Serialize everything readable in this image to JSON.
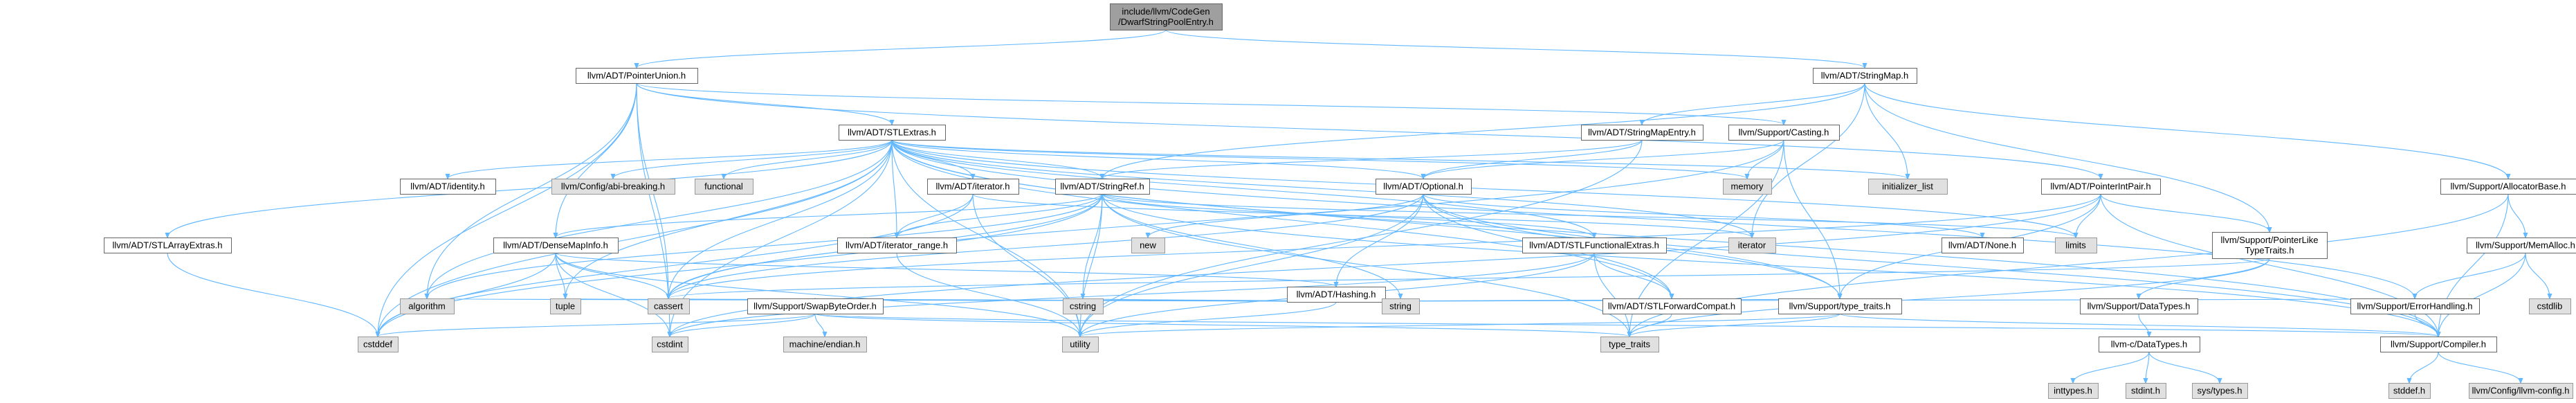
{
  "nodes": [
    {
      "id": "root",
      "label": "include/llvm/CodeGen\n/DwarfStringPoolEntry.h",
      "kind": "root"
    },
    {
      "id": "pointerunion",
      "label": "llvm/ADT/PointerUnion.h",
      "kind": "doc"
    },
    {
      "id": "stringmap",
      "label": "llvm/ADT/StringMap.h",
      "kind": "doc"
    },
    {
      "id": "stlextras",
      "label": "llvm/ADT/STLExtras.h",
      "kind": "doc"
    },
    {
      "id": "stringmapentry",
      "label": "llvm/ADT/StringMapEntry.h",
      "kind": "doc"
    },
    {
      "id": "casting",
      "label": "llvm/Support/Casting.h",
      "kind": "doc"
    },
    {
      "id": "identity",
      "label": "llvm/ADT/identity.h",
      "kind": "doc"
    },
    {
      "id": "abibreaking",
      "label": "llvm/Config/abi-breaking.h",
      "kind": "sys"
    },
    {
      "id": "functional",
      "label": "functional",
      "kind": "sys"
    },
    {
      "id": "iterator_h",
      "label": "llvm/ADT/iterator.h",
      "kind": "doc"
    },
    {
      "id": "stringref",
      "label": "llvm/ADT/StringRef.h",
      "kind": "doc"
    },
    {
      "id": "optional",
      "label": "llvm/ADT/Optional.h",
      "kind": "doc"
    },
    {
      "id": "memory",
      "label": "memory",
      "kind": "sys"
    },
    {
      "id": "initlist",
      "label": "initializer_list",
      "kind": "sys"
    },
    {
      "id": "pointerintpair",
      "label": "llvm/ADT/PointerIntPair.h",
      "kind": "doc"
    },
    {
      "id": "allocatorbase",
      "label": "llvm/Support/AllocatorBase.h",
      "kind": "doc"
    },
    {
      "id": "stlarrayextras",
      "label": "llvm/ADT/STLArrayExtras.h",
      "kind": "doc"
    },
    {
      "id": "densemapinfo",
      "label": "llvm/ADT/DenseMapInfo.h",
      "kind": "doc"
    },
    {
      "id": "iterator_range",
      "label": "llvm/ADT/iterator_range.h",
      "kind": "doc"
    },
    {
      "id": "new",
      "label": "new",
      "kind": "sys"
    },
    {
      "id": "stlfunctionalextras",
      "label": "llvm/ADT/STLFunctionalExtras.h",
      "kind": "doc"
    },
    {
      "id": "iterator_sys",
      "label": "iterator",
      "kind": "sys"
    },
    {
      "id": "none",
      "label": "llvm/ADT/None.h",
      "kind": "doc"
    },
    {
      "id": "limits",
      "label": "limits",
      "kind": "sys"
    },
    {
      "id": "pointerliketypetraits",
      "label": "llvm/Support/PointerLike\nTypeTraits.h",
      "kind": "doc"
    },
    {
      "id": "memalloc",
      "label": "llvm/Support/MemAlloc.h",
      "kind": "doc"
    },
    {
      "id": "hashing",
      "label": "llvm/ADT/Hashing.h",
      "kind": "doc"
    },
    {
      "id": "algorithm",
      "label": "algorithm",
      "kind": "sys"
    },
    {
      "id": "tuple",
      "label": "tuple",
      "kind": "sys"
    },
    {
      "id": "cassert",
      "label": "cassert",
      "kind": "sys"
    },
    {
      "id": "swapbyteorder",
      "label": "llvm/Support/SwapByteOrder.h",
      "kind": "doc"
    },
    {
      "id": "cstring",
      "label": "cstring",
      "kind": "sys"
    },
    {
      "id": "string",
      "label": "string",
      "kind": "sys"
    },
    {
      "id": "stlforwardcompat",
      "label": "llvm/ADT/STLForwardCompat.h",
      "kind": "doc"
    },
    {
      "id": "type_traits_llvm",
      "label": "llvm/Support/type_traits.h",
      "kind": "doc"
    },
    {
      "id": "datatypes",
      "label": "llvm/Support/DataTypes.h",
      "kind": "doc"
    },
    {
      "id": "errorhandling",
      "label": "llvm/Support/ErrorHandling.h",
      "kind": "doc"
    },
    {
      "id": "cstdlib",
      "label": "cstdlib",
      "kind": "sys"
    },
    {
      "id": "cstddef",
      "label": "cstddef",
      "kind": "sys"
    },
    {
      "id": "cstdint",
      "label": "cstdint",
      "kind": "sys"
    },
    {
      "id": "machineendian",
      "label": "machine/endian.h",
      "kind": "sys"
    },
    {
      "id": "utility",
      "label": "utility",
      "kind": "sys"
    },
    {
      "id": "type_traits_sys",
      "label": "type_traits",
      "kind": "sys"
    },
    {
      "id": "llvmc_datatypes",
      "label": "llvm-c/DataTypes.h",
      "kind": "doc"
    },
    {
      "id": "compiler",
      "label": "llvm/Support/Compiler.h",
      "kind": "doc"
    },
    {
      "id": "inttypes",
      "label": "inttypes.h",
      "kind": "sys"
    },
    {
      "id": "stdint",
      "label": "stdint.h",
      "kind": "sys"
    },
    {
      "id": "systypes",
      "label": "sys/types.h",
      "kind": "sys"
    },
    {
      "id": "stddef",
      "label": "stddef.h",
      "kind": "sys"
    },
    {
      "id": "llvmconfig",
      "label": "llvm/Config/llvm-config.h",
      "kind": "sys"
    }
  ],
  "edges": [
    [
      "root",
      "pointerunion"
    ],
    [
      "root",
      "stringmap"
    ],
    [
      "pointerunion",
      "stlextras"
    ],
    [
      "pointerunion",
      "pointerintpair"
    ],
    [
      "pointerunion",
      "casting"
    ],
    [
      "pointerunion",
      "algorithm"
    ],
    [
      "pointerunion",
      "cassert"
    ],
    [
      "pointerunion",
      "cstddef"
    ],
    [
      "pointerunion",
      "cstdint"
    ],
    [
      "pointerunion",
      "densemapinfo"
    ],
    [
      "stringmap",
      "stringmapentry"
    ],
    [
      "stringmap",
      "allocatorbase"
    ],
    [
      "stringmap",
      "pointerliketypetraits"
    ],
    [
      "stringmap",
      "iterator_sys"
    ],
    [
      "stringmap",
      "initlist"
    ],
    [
      "stringmap",
      "stringref"
    ],
    [
      "stlextras",
      "identity"
    ],
    [
      "stlextras",
      "abibreaking"
    ],
    [
      "stlextras",
      "functional"
    ],
    [
      "stlextras",
      "iterator_h"
    ],
    [
      "stlextras",
      "stringref"
    ],
    [
      "stlextras",
      "optional"
    ],
    [
      "stlextras",
      "memory"
    ],
    [
      "stlextras",
      "initlist"
    ],
    [
      "stlextras",
      "stlarrayextras"
    ],
    [
      "stlextras",
      "iterator_range"
    ],
    [
      "stlextras",
      "stlforwardcompat"
    ],
    [
      "stlextras",
      "stlfunctionalextras"
    ],
    [
      "stlextras",
      "type_traits_llvm"
    ],
    [
      "stlextras",
      "errorhandling"
    ],
    [
      "stlextras",
      "algorithm"
    ],
    [
      "stlextras",
      "tuple"
    ],
    [
      "stlextras",
      "cassert"
    ],
    [
      "stlextras",
      "cstddef"
    ],
    [
      "stlextras",
      "cstdint"
    ],
    [
      "stlextras",
      "utility"
    ],
    [
      "stlextras",
      "limits"
    ],
    [
      "stlextras",
      "iterator_sys"
    ],
    [
      "stlextras",
      "compiler"
    ],
    [
      "stringmapentry",
      "stringref"
    ],
    [
      "stringmapentry",
      "optional"
    ],
    [
      "stringmapentry",
      "utility"
    ],
    [
      "casting",
      "optional"
    ],
    [
      "casting",
      "memory"
    ],
    [
      "casting",
      "type_traits_sys"
    ],
    [
      "casting",
      "cassert"
    ],
    [
      "casting",
      "type_traits_llvm"
    ],
    [
      "iterator_h",
      "iterator_range"
    ],
    [
      "iterator_h",
      "iterator_sys"
    ],
    [
      "iterator_h",
      "cstddef"
    ],
    [
      "iterator_h",
      "utility"
    ],
    [
      "stringref",
      "densemapinfo"
    ],
    [
      "stringref",
      "iterator_range"
    ],
    [
      "stringref",
      "stlfunctionalextras"
    ],
    [
      "stringref",
      "compiler"
    ],
    [
      "stringref",
      "algorithm"
    ],
    [
      "stringref",
      "cassert"
    ],
    [
      "stringref",
      "cstddef"
    ],
    [
      "stringref",
      "cstring"
    ],
    [
      "stringref",
      "limits"
    ],
    [
      "stringref",
      "string"
    ],
    [
      "stringref",
      "type_traits_sys"
    ],
    [
      "stringref",
      "utility"
    ],
    [
      "optional",
      "hashing"
    ],
    [
      "optional",
      "none"
    ],
    [
      "optional",
      "stlforwardcompat"
    ],
    [
      "optional",
      "type_traits_llvm"
    ],
    [
      "optional",
      "compiler"
    ],
    [
      "optional",
      "cassert"
    ],
    [
      "optional",
      "new"
    ],
    [
      "optional",
      "utility"
    ],
    [
      "pointerintpair",
      "pointerliketypetraits"
    ],
    [
      "pointerintpair",
      "type_traits_llvm"
    ],
    [
      "pointerintpair",
      "cassert"
    ],
    [
      "pointerintpair",
      "cstdint"
    ],
    [
      "pointerintpair",
      "limits"
    ],
    [
      "pointerintpair",
      "compiler"
    ],
    [
      "allocatorbase",
      "memalloc"
    ],
    [
      "allocatorbase",
      "compiler"
    ],
    [
      "allocatorbase",
      "type_traits_sys"
    ],
    [
      "stlarrayextras",
      "cstddef"
    ],
    [
      "densemapinfo",
      "hashing"
    ],
    [
      "densemapinfo",
      "cassert"
    ],
    [
      "densemapinfo",
      "cstddef"
    ],
    [
      "densemapinfo",
      "cstdint"
    ],
    [
      "densemapinfo",
      "tuple"
    ],
    [
      "densemapinfo",
      "utility"
    ],
    [
      "iterator_range",
      "utility"
    ],
    [
      "stlfunctionalextras",
      "stlforwardcompat"
    ],
    [
      "stlfunctionalextras",
      "cstdint"
    ],
    [
      "stlfunctionalextras",
      "type_traits_sys"
    ],
    [
      "stlfunctionalextras",
      "utility"
    ],
    [
      "pointerliketypetraits",
      "datatypes"
    ],
    [
      "pointerliketypetraits",
      "cassert"
    ],
    [
      "pointerliketypetraits",
      "type_traits_sys"
    ],
    [
      "memalloc",
      "compiler"
    ],
    [
      "memalloc",
      "errorhandling"
    ],
    [
      "memalloc",
      "cstdlib"
    ],
    [
      "hashing",
      "errorhandling"
    ],
    [
      "hashing",
      "swapbyteorder"
    ],
    [
      "hashing",
      "type_traits_llvm"
    ],
    [
      "hashing",
      "algorithm"
    ],
    [
      "hashing",
      "cassert"
    ],
    [
      "hashing",
      "cstring"
    ],
    [
      "hashing",
      "string"
    ],
    [
      "hashing",
      "tuple"
    ],
    [
      "hashing",
      "utility"
    ],
    [
      "swapbyteorder",
      "compiler"
    ],
    [
      "swapbyteorder",
      "cstddef"
    ],
    [
      "swapbyteorder",
      "cstdint"
    ],
    [
      "swapbyteorder",
      "type_traits_sys"
    ],
    [
      "swapbyteorder",
      "machineendian"
    ],
    [
      "stlforwardcompat",
      "type_traits_sys"
    ],
    [
      "type_traits_llvm",
      "type_traits_sys"
    ],
    [
      "type_traits_llvm",
      "utility"
    ],
    [
      "type_traits_llvm",
      "compiler"
    ],
    [
      "datatypes",
      "llvmc_datatypes"
    ],
    [
      "errorhandling",
      "compiler"
    ],
    [
      "llvmc_datatypes",
      "inttypes"
    ],
    [
      "llvmc_datatypes",
      "stdint"
    ],
    [
      "llvmc_datatypes",
      "systypes"
    ],
    [
      "compiler",
      "stddef"
    ],
    [
      "compiler",
      "llvmconfig"
    ]
  ]
}
